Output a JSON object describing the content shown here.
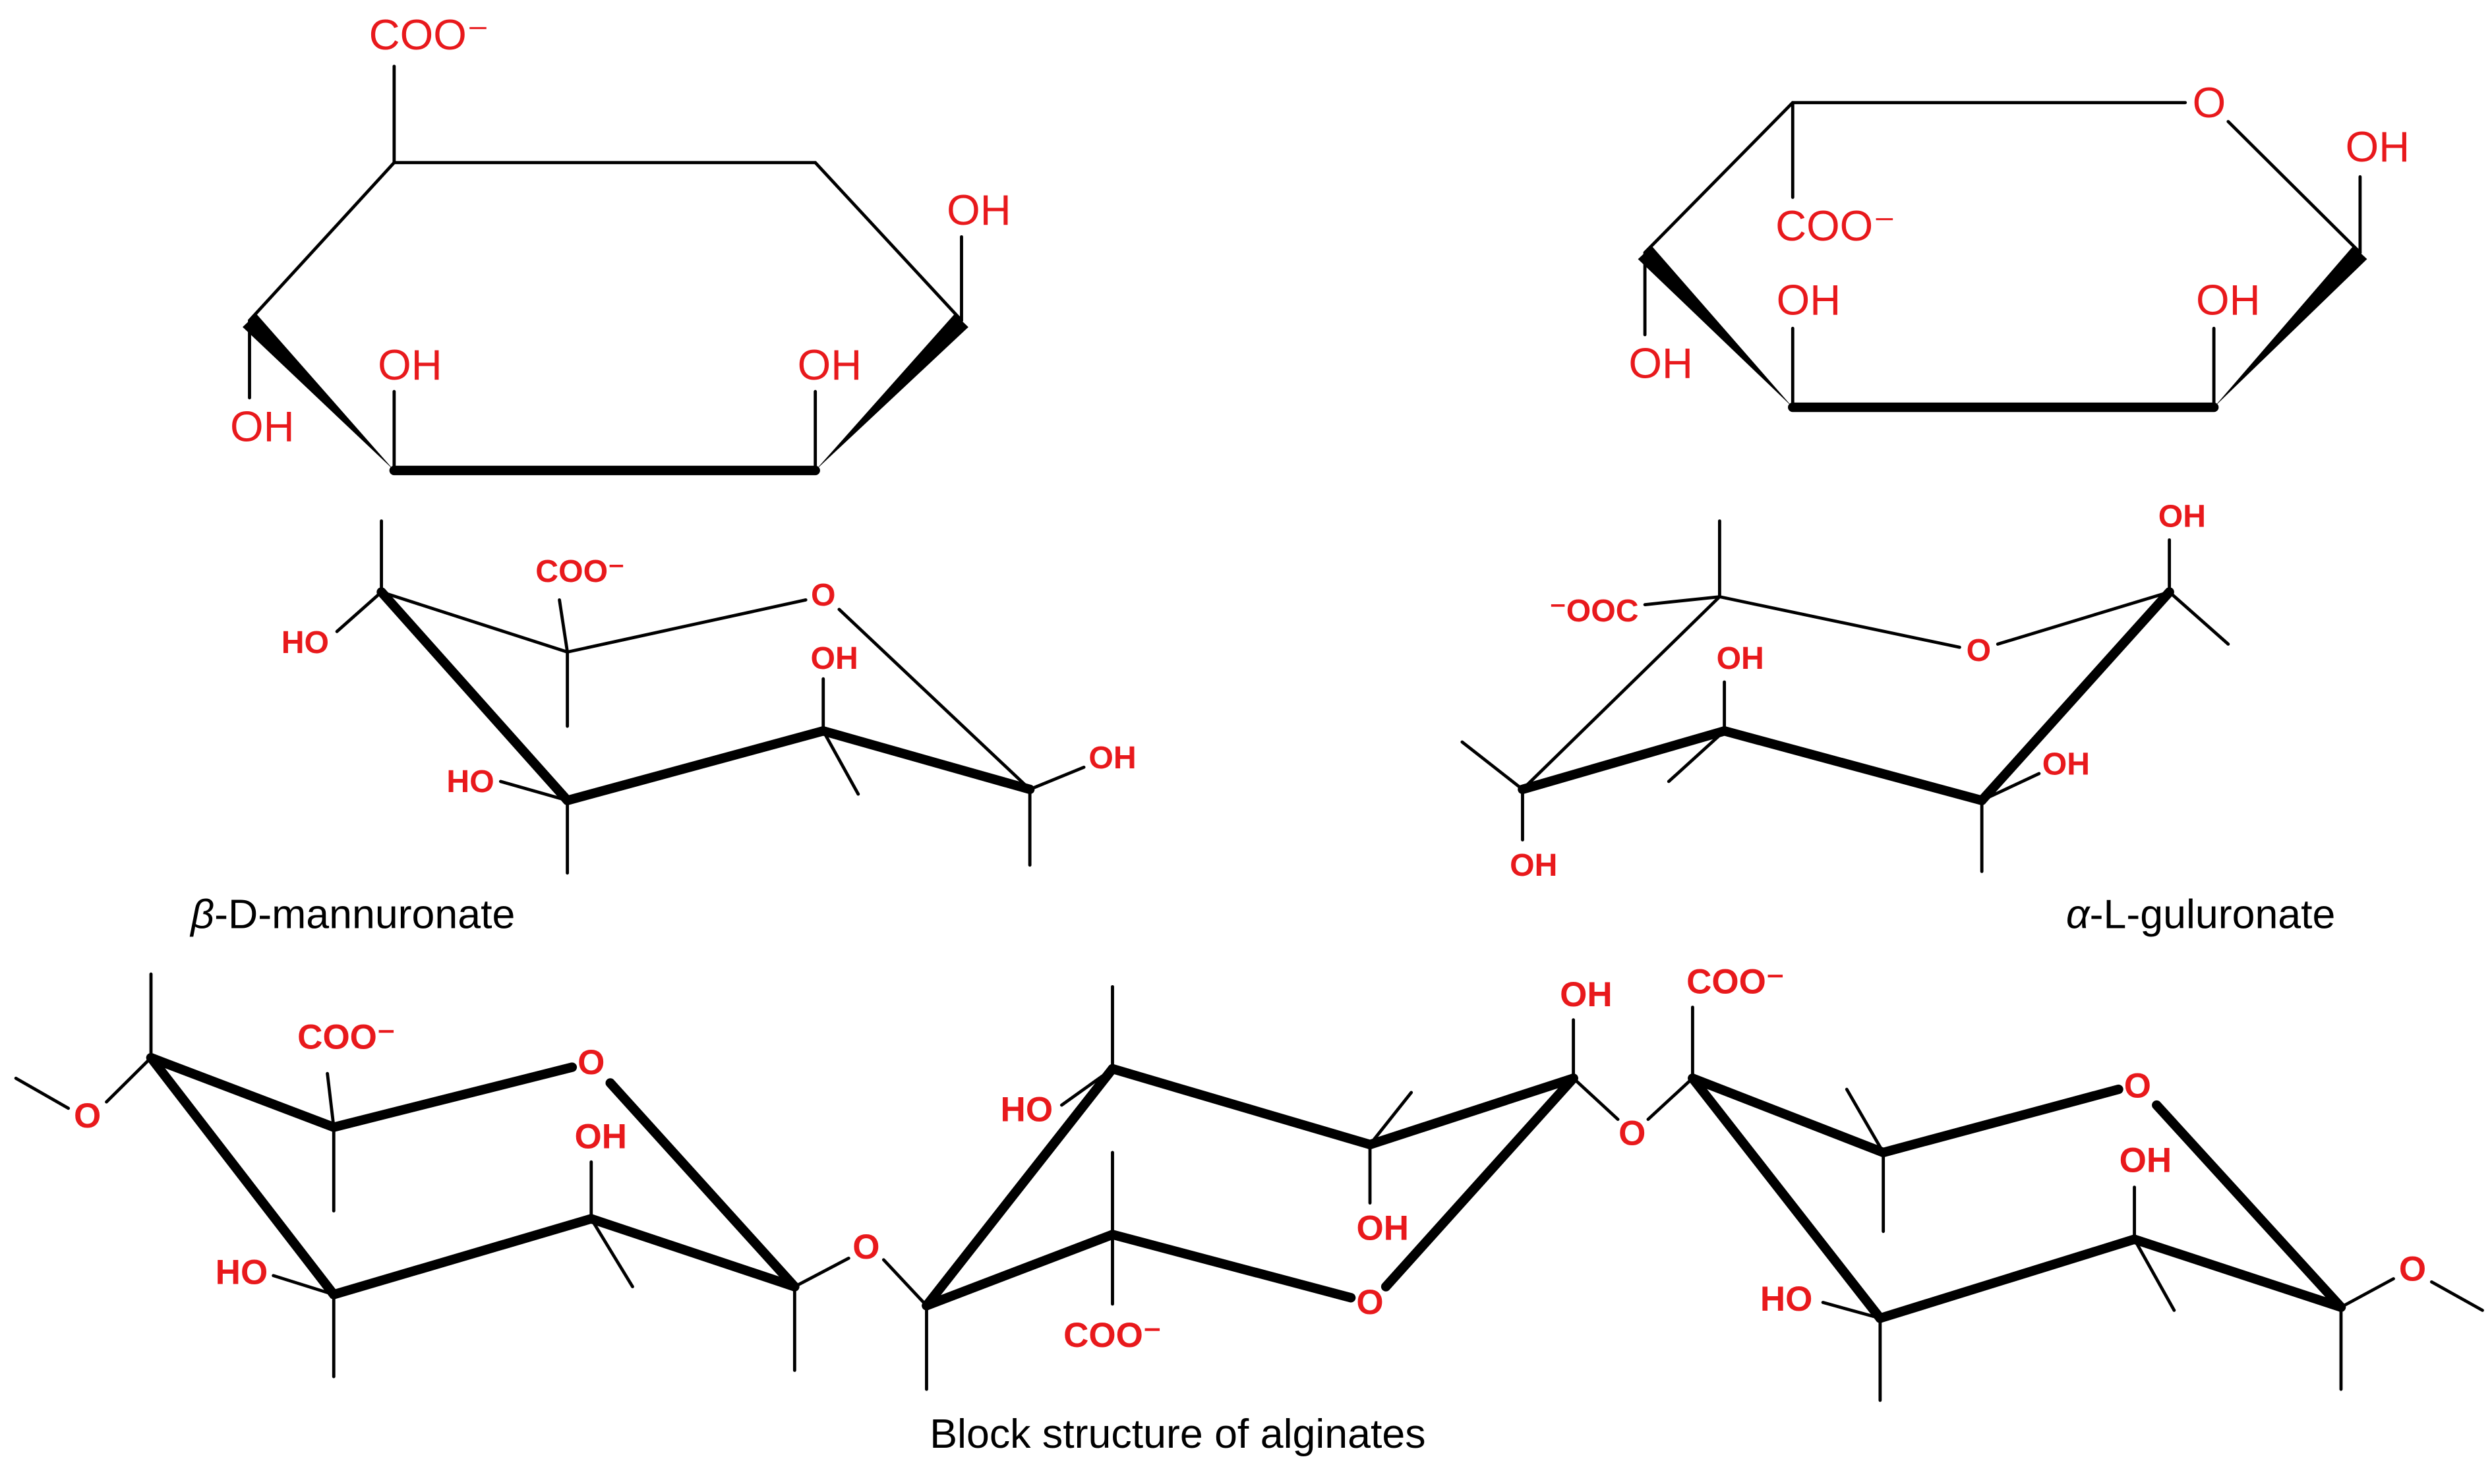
{
  "atoms": {
    "carboxylate": "COO⁻",
    "carboxylate_reversed": "⁻OOC",
    "hydroxyl": "OH",
    "hydroxyl_reversed": "HO",
    "oxygen": "O"
  },
  "captions": {
    "mannuronate_prefix": "β",
    "mannuronate_name": "-D-mannuronate",
    "guluronate_prefix": "α",
    "guluronate_name": "-L-guluronate",
    "block_structure": "Block structure of alginates"
  },
  "colors": {
    "bond": "#000000",
    "heteroatom": "#e8191c"
  }
}
